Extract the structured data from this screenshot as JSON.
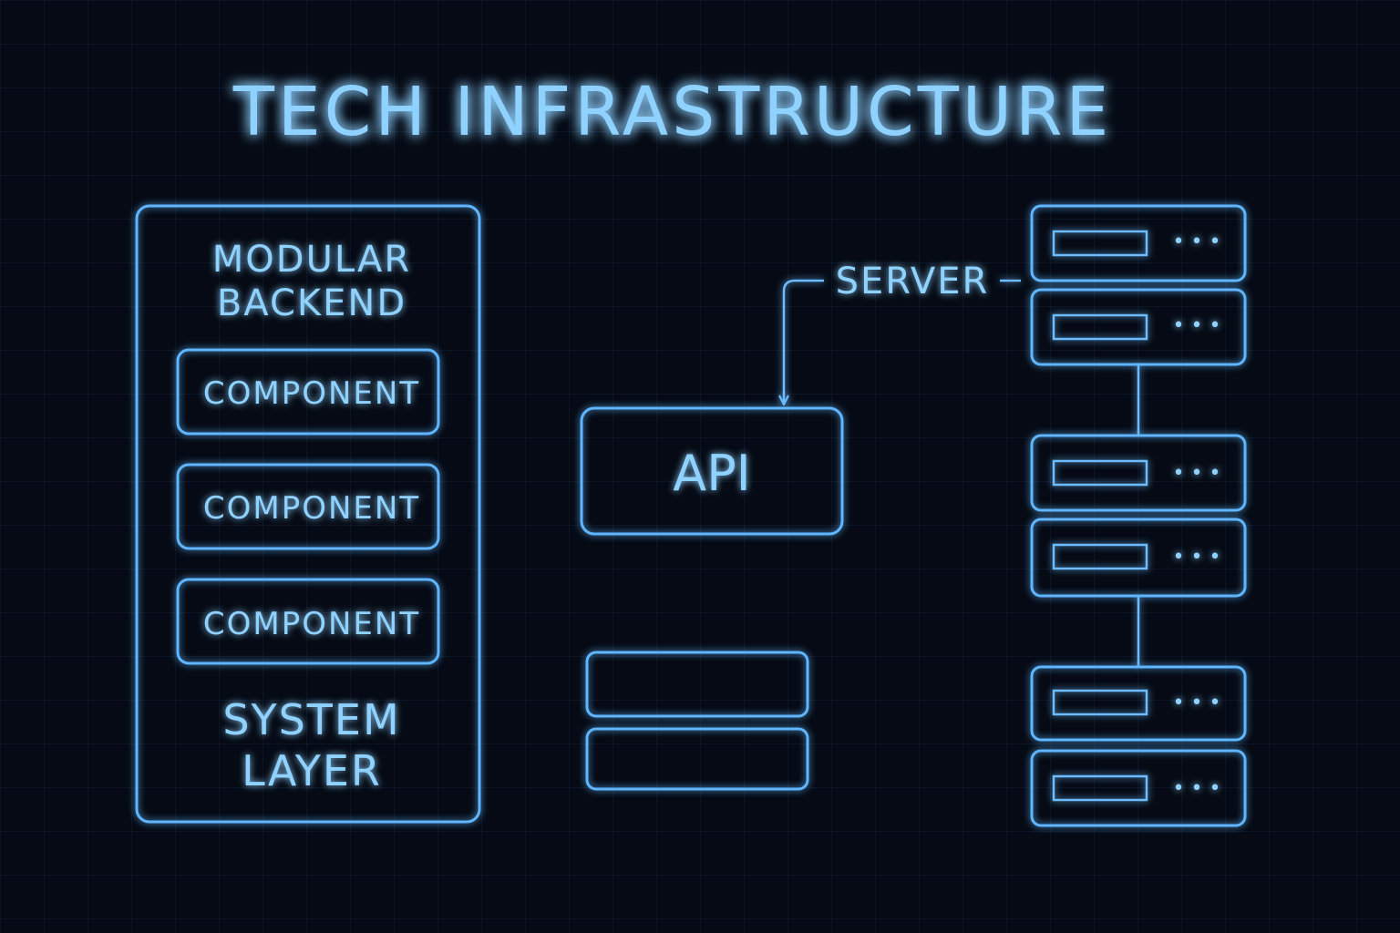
{
  "title": "TECH INFRASTRUCTURE",
  "backend_panel": {
    "heading_line1": "MODULAR",
    "heading_line2": "BACKEND",
    "components": [
      "COMPONENT",
      "COMPONENT",
      "COMPONENT"
    ],
    "footer_line1": "SYSTEM",
    "footer_line2": "LAYER"
  },
  "api_label": "API",
  "server_label": "SERVER",
  "server_dots": "• • •",
  "colors": {
    "background": "#050a14",
    "accent": "#5fb6ff",
    "text": "#8fd2ff"
  }
}
